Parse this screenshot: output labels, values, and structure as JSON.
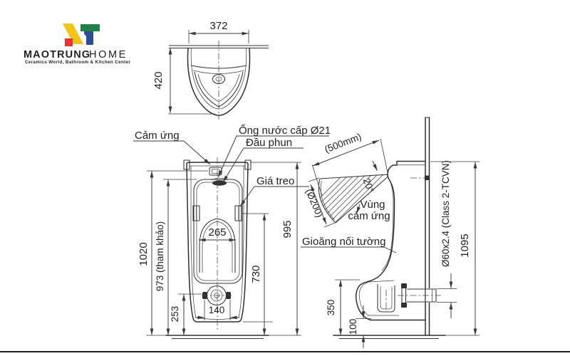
{
  "page": {
    "background": "#ffffff",
    "ink": "#2f2f2f",
    "dim_ink": "#3a3a3a"
  },
  "logo": {
    "brand_bold": "MAOTRUNG",
    "brand_light": "HOME",
    "tagline": "Ceramics World, Bathroom & Kitchen Center",
    "colors": {
      "navy": "#1d3a68",
      "yellow": "#f2c318",
      "green": "#218045",
      "blue": "#2c4d93",
      "red": "#e53431"
    }
  },
  "top_view": {
    "dim_width": "372",
    "dim_depth": "420"
  },
  "front_view": {
    "label_sensor": "Cảm ứng",
    "label_supply_pipe": "Ống nước cấp Ø21",
    "label_spray_head": "Đầu phun",
    "label_hanger": "Giá treo",
    "dim_height_total": "1020",
    "dim_height_ref": "973 (tham khảo)",
    "dim_drain_height": "253",
    "dim_bowl_width": "265",
    "dim_bolt_spacing": "140",
    "dim_hanger_height": "730",
    "dim_body_height": "995"
  },
  "side_view": {
    "label_sensor_range": "(500mm)",
    "label_sensor_angle": "20°",
    "label_sensor_dia": "(Ø200)",
    "label_sensor_zone_line1": "Vùng",
    "label_sensor_zone_line2": "cảm ứng",
    "label_wall_gasket": "Gioăng nối tường",
    "label_outlet_pipe": "Ø60x2.4 (Class 2-TCVN)",
    "dim_height_total": "1095",
    "dim_spud_height": "350",
    "dim_bottom_clearance": "100"
  }
}
